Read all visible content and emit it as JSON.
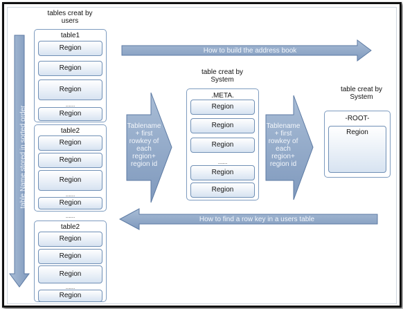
{
  "users_panel": {
    "heading": "tables creat by users",
    "tables": [
      {
        "name": "table1",
        "regions": [
          "Region",
          "Region",
          "Region",
          "Region"
        ],
        "ellipsis": "......"
      },
      {
        "name": "table2",
        "regions": [
          "Region",
          "Region",
          "Region",
          "Region"
        ],
        "ellipsis": "......"
      },
      {
        "name": "table2",
        "regions": [
          "Region",
          "Region",
          "Region",
          "Region"
        ],
        "ellipsis": "......"
      }
    ],
    "between_dots": "......"
  },
  "side_arrow_label": "table Name stored in sorted order",
  "top_arrow_label": "How to build the address book",
  "bottom_arrow_label": "How to find a row key in a users table",
  "meta_panel": {
    "heading": "table creat by System",
    "title": ".META.",
    "regions": [
      "Region",
      "Region",
      "Region",
      "Region",
      "Region"
    ],
    "ellipsis": "......"
  },
  "root_panel": {
    "heading": "table creat by System",
    "title": "-ROOT-",
    "region": "Region"
  },
  "mid_arrow_left_label": "Tablename + first rowkey of each region+ region id",
  "mid_arrow_right_label": "Tablename + first rowkey of each region+ region id",
  "colors": {
    "arrow_fill": "#8aa3c4",
    "arrow_stroke": "#5c7aa3",
    "panel_border": "#7d9bbf",
    "region_gradient_bottom": "#d7e3f1"
  }
}
